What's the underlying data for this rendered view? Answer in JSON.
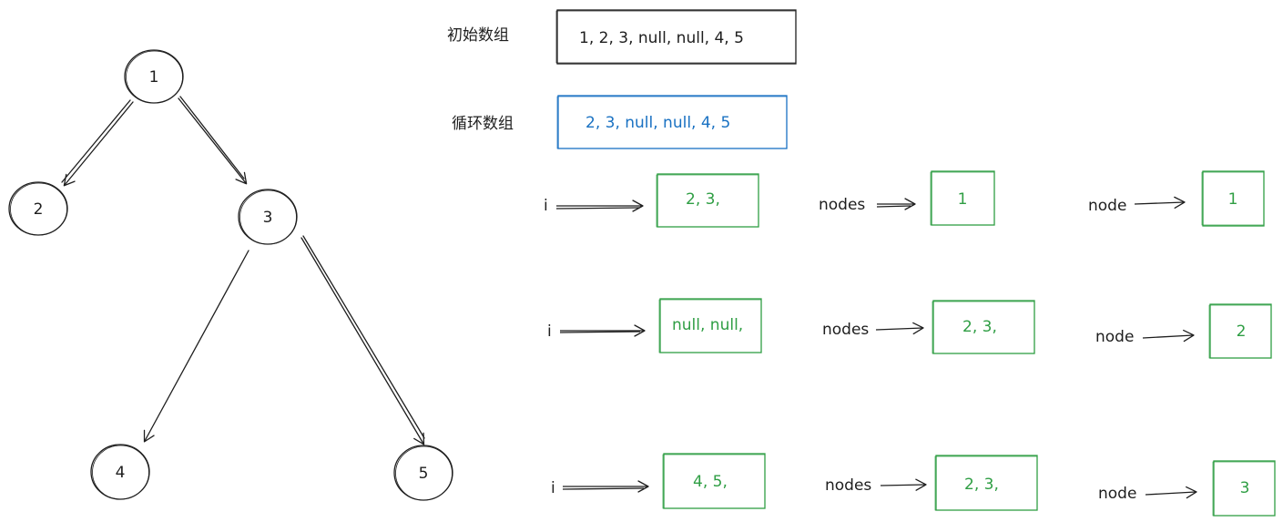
{
  "colors": {
    "ink": "#1e1e1e",
    "blue": "#1971c2",
    "green": "#2f9e44"
  },
  "tree": {
    "nodes": [
      {
        "id": "n1",
        "label": "1"
      },
      {
        "id": "n2",
        "label": "2"
      },
      {
        "id": "n3",
        "label": "3"
      },
      {
        "id": "n4",
        "label": "4"
      },
      {
        "id": "n5",
        "label": "5"
      }
    ]
  },
  "arrays": {
    "initial": {
      "label": "初始数组",
      "value": "1, 2, 3, null, null, 4, 5"
    },
    "loop": {
      "label": "循环数组",
      "value": "2, 3, null, null, 4, 5"
    }
  },
  "steps": [
    {
      "i_label": "i",
      "i_value": "2, 3,",
      "nodes_label": "nodes",
      "nodes_value": "1",
      "node_label": "node",
      "node_value": "1"
    },
    {
      "i_label": "i",
      "i_value": "null, null,",
      "nodes_label": "nodes",
      "nodes_value": "2, 3,",
      "node_label": "node",
      "node_value": "2"
    },
    {
      "i_label": "i",
      "i_value": "4, 5,",
      "nodes_label": "nodes",
      "nodes_value": "2, 3,",
      "node_label": "node",
      "node_value": "3"
    }
  ]
}
